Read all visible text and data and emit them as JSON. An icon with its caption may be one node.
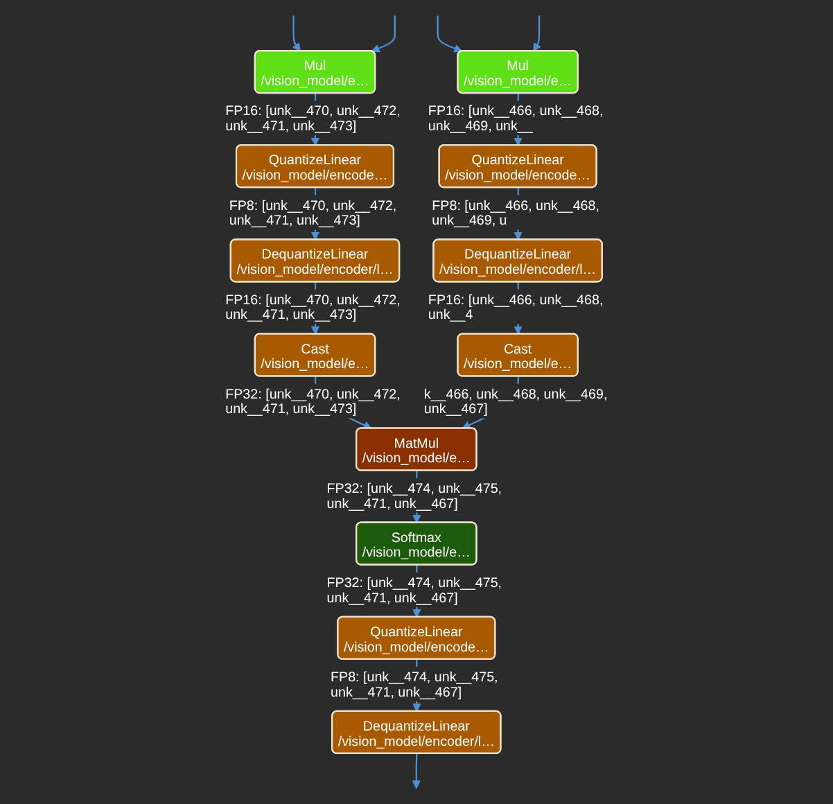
{
  "diagram": {
    "nodes": [
      {
        "text": [
          "Mul",
          "/vision_model/e…"
        ]
      },
      {
        "text": [
          "Mul",
          "/vision_model/e…"
        ]
      },
      {
        "text": [
          "QuantizeLinear",
          "/vision_model/encode…"
        ]
      },
      {
        "text": [
          "QuantizeLinear",
          "/vision_model/encode…"
        ]
      },
      {
        "text": [
          "DequantizeLinear",
          "/vision_model/encoder/l…"
        ]
      },
      {
        "text": [
          "DequantizeLinear",
          "/vision_model/encoder/l…"
        ]
      },
      {
        "text": [
          "Cast",
          "/vision_model/e…"
        ]
      },
      {
        "text": [
          "Cast",
          "/vision_model/e…"
        ]
      },
      {
        "text": [
          "MatMul",
          "/vision_model/e…"
        ]
      },
      {
        "text": [
          "Softmax",
          "/vision_model/e…"
        ]
      },
      {
        "text": [
          "QuantizeLinear",
          "/vision_model/encode…"
        ]
      },
      {
        "text": [
          "DequantizeLinear",
          "/vision_model/encoder/l…"
        ]
      }
    ],
    "edges": [
      {
        "from": null,
        "to": 0,
        "arrow": "to"
      },
      {
        "from": null,
        "to": 0,
        "arrow": "to"
      },
      {
        "from": null,
        "to": 1,
        "arrow": "to"
      },
      {
        "from": null,
        "to": 1,
        "arrow": "to"
      },
      {
        "from": 0,
        "to": 2,
        "arrow": "to",
        "label": "FP16: [unk__470, unk__472, unk__471, unk__473]"
      },
      {
        "from": 1,
        "to": 3,
        "arrow": "to",
        "label": "FP16: [unk__466, unk__468, unk__469, unk__"
      },
      {
        "from": 2,
        "to": 4,
        "arrow": "to",
        "label": "FP8: [unk__470, unk__472, unk__471, unk__473]"
      },
      {
        "from": 3,
        "to": 5,
        "arrow": "to",
        "label": "FP8: [unk__466, unk__468, unk__469, u"
      },
      {
        "from": 4,
        "to": 6,
        "arrow": "to",
        "label": "FP16: [unk__470, unk__472, unk__471, unk__473]"
      },
      {
        "from": 5,
        "to": 7,
        "arrow": "to",
        "label": "FP16: [unk__466, unk__468, unk__4"
      },
      {
        "from": 6,
        "to": 8,
        "arrow": "to",
        "label": "FP32: [unk__470, unk__472, unk__471, unk__473]"
      },
      {
        "from": 7,
        "to": 8,
        "arrow": "to",
        "label": "k__466, unk__468, unk__469, unk__467]"
      },
      {
        "from": 8,
        "to": 9,
        "arrow": "to",
        "label": "FP32: [unk__474, unk__475, unk__471, unk__467]"
      },
      {
        "from": 9,
        "to": 10,
        "arrow": "to",
        "label": "FP32: [unk__474, unk__475, unk__471, unk__467]"
      },
      {
        "from": 10,
        "to": 11,
        "arrow": "to",
        "label": "FP8: [unk__474, unk__475, unk__471, unk__467]"
      },
      {
        "from": 11,
        "to": null,
        "arrow": "to"
      }
    ]
  }
}
